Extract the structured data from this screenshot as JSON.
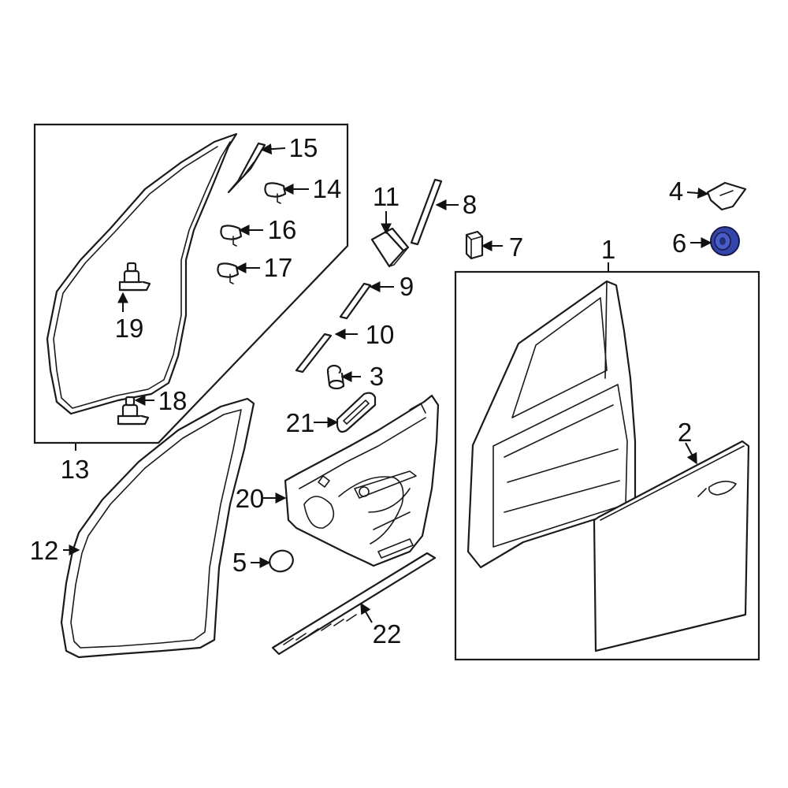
{
  "diagram": {
    "part_numbers": [
      "1",
      "2",
      "3",
      "4",
      "5",
      "6",
      "7",
      "8",
      "9",
      "10",
      "11",
      "12",
      "13",
      "14",
      "15",
      "16",
      "17",
      "18",
      "19",
      "20",
      "21",
      "22"
    ],
    "highlighted_part": "6",
    "highlight_color": "#3344aa",
    "line_color": "#1a1a1a",
    "background": "#ffffff"
  }
}
